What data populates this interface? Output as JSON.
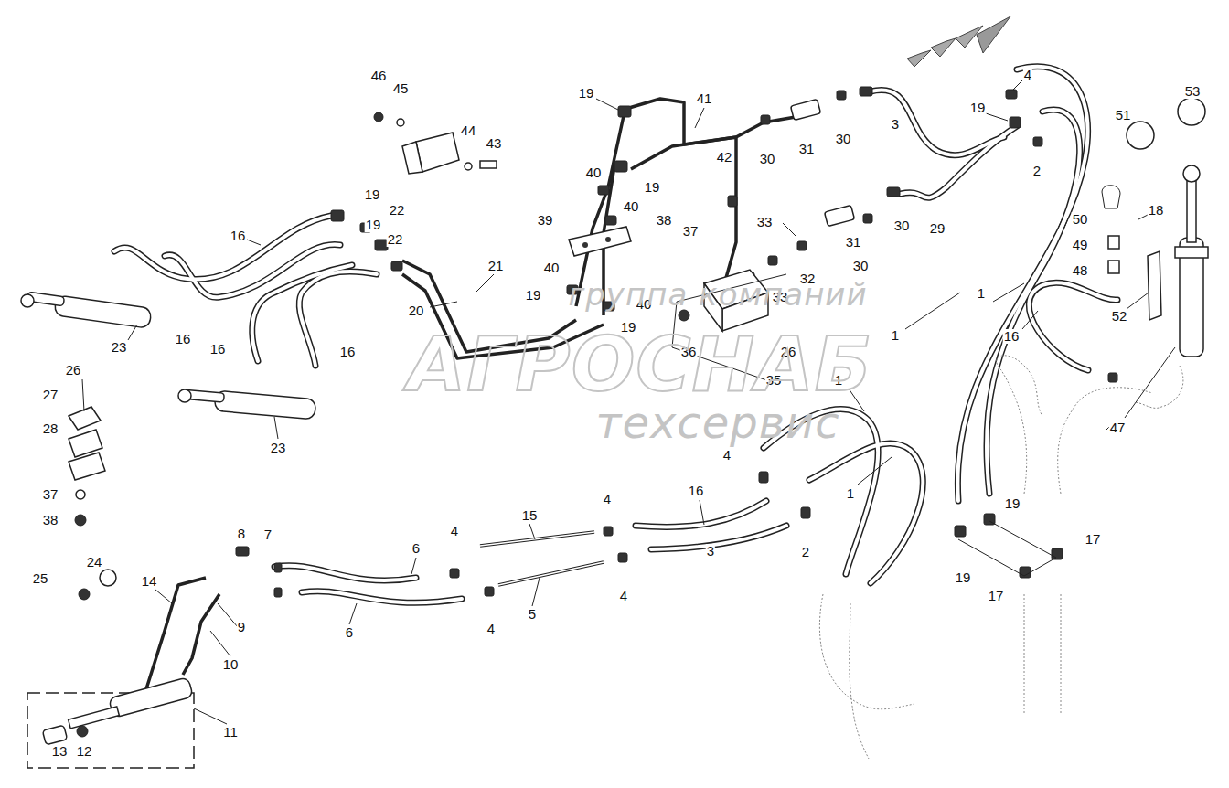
{
  "diagram": {
    "labels": [
      "46",
      "45",
      "44",
      "43",
      "19",
      "41",
      "19",
      "4",
      "53",
      "51",
      "3",
      "30",
      "31",
      "30",
      "42",
      "19",
      "2",
      "40",
      "18",
      "50",
      "40",
      "38",
      "37",
      "33",
      "39",
      "30",
      "29",
      "31",
      "49",
      "30",
      "48",
      "32",
      "40",
      "21",
      "33",
      "19",
      "40",
      "1",
      "20",
      "52",
      "19",
      "1",
      "16",
      "36",
      "26",
      "35",
      "1",
      "47",
      "19",
      "22",
      "19",
      "16",
      "22",
      "16",
      "16",
      "16",
      "23",
      "23",
      "26",
      "27",
      "28",
      "37",
      "38",
      "4",
      "16",
      "1",
      "4",
      "19",
      "15",
      "4",
      "8",
      "7",
      "17",
      "6",
      "3",
      "2",
      "24",
      "19",
      "25",
      "14",
      "4",
      "17",
      "5",
      "9",
      "6",
      "4",
      "10",
      "11",
      "13",
      "12",
      "группа компаний",
      "АГРОСНАБ",
      "техсервис"
    ]
  }
}
